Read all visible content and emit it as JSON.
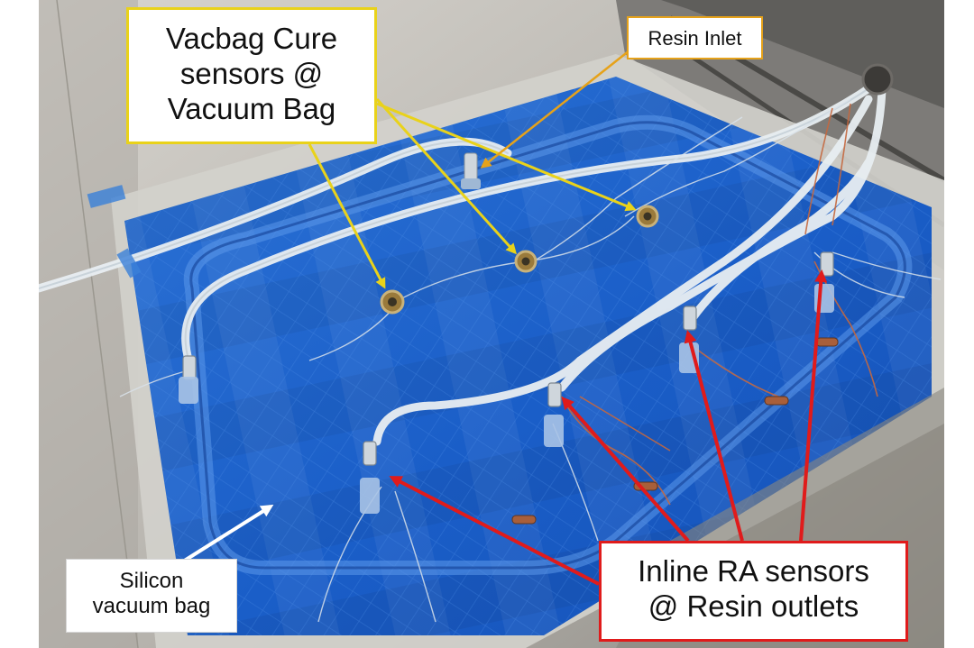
{
  "image": {
    "subject": "blue silicone vacuum bag on a metal mold with sensor tubing"
  },
  "annotations": {
    "vacbag_cure": {
      "lines": [
        "Vacbag Cure",
        "sensors @",
        "Vacuum Bag"
      ],
      "color": "#e9d21a"
    },
    "resin_inlet": {
      "lines": [
        "Resin Inlet"
      ],
      "color": "#e6a21a"
    },
    "inline_ra": {
      "lines": [
        "Inline RA sensors",
        "@ Resin outlets"
      ],
      "color": "#e01b1b"
    },
    "silicon_bag": {
      "lines": [
        "Silicon",
        "vacuum bag"
      ],
      "color": "#ffffff"
    }
  }
}
